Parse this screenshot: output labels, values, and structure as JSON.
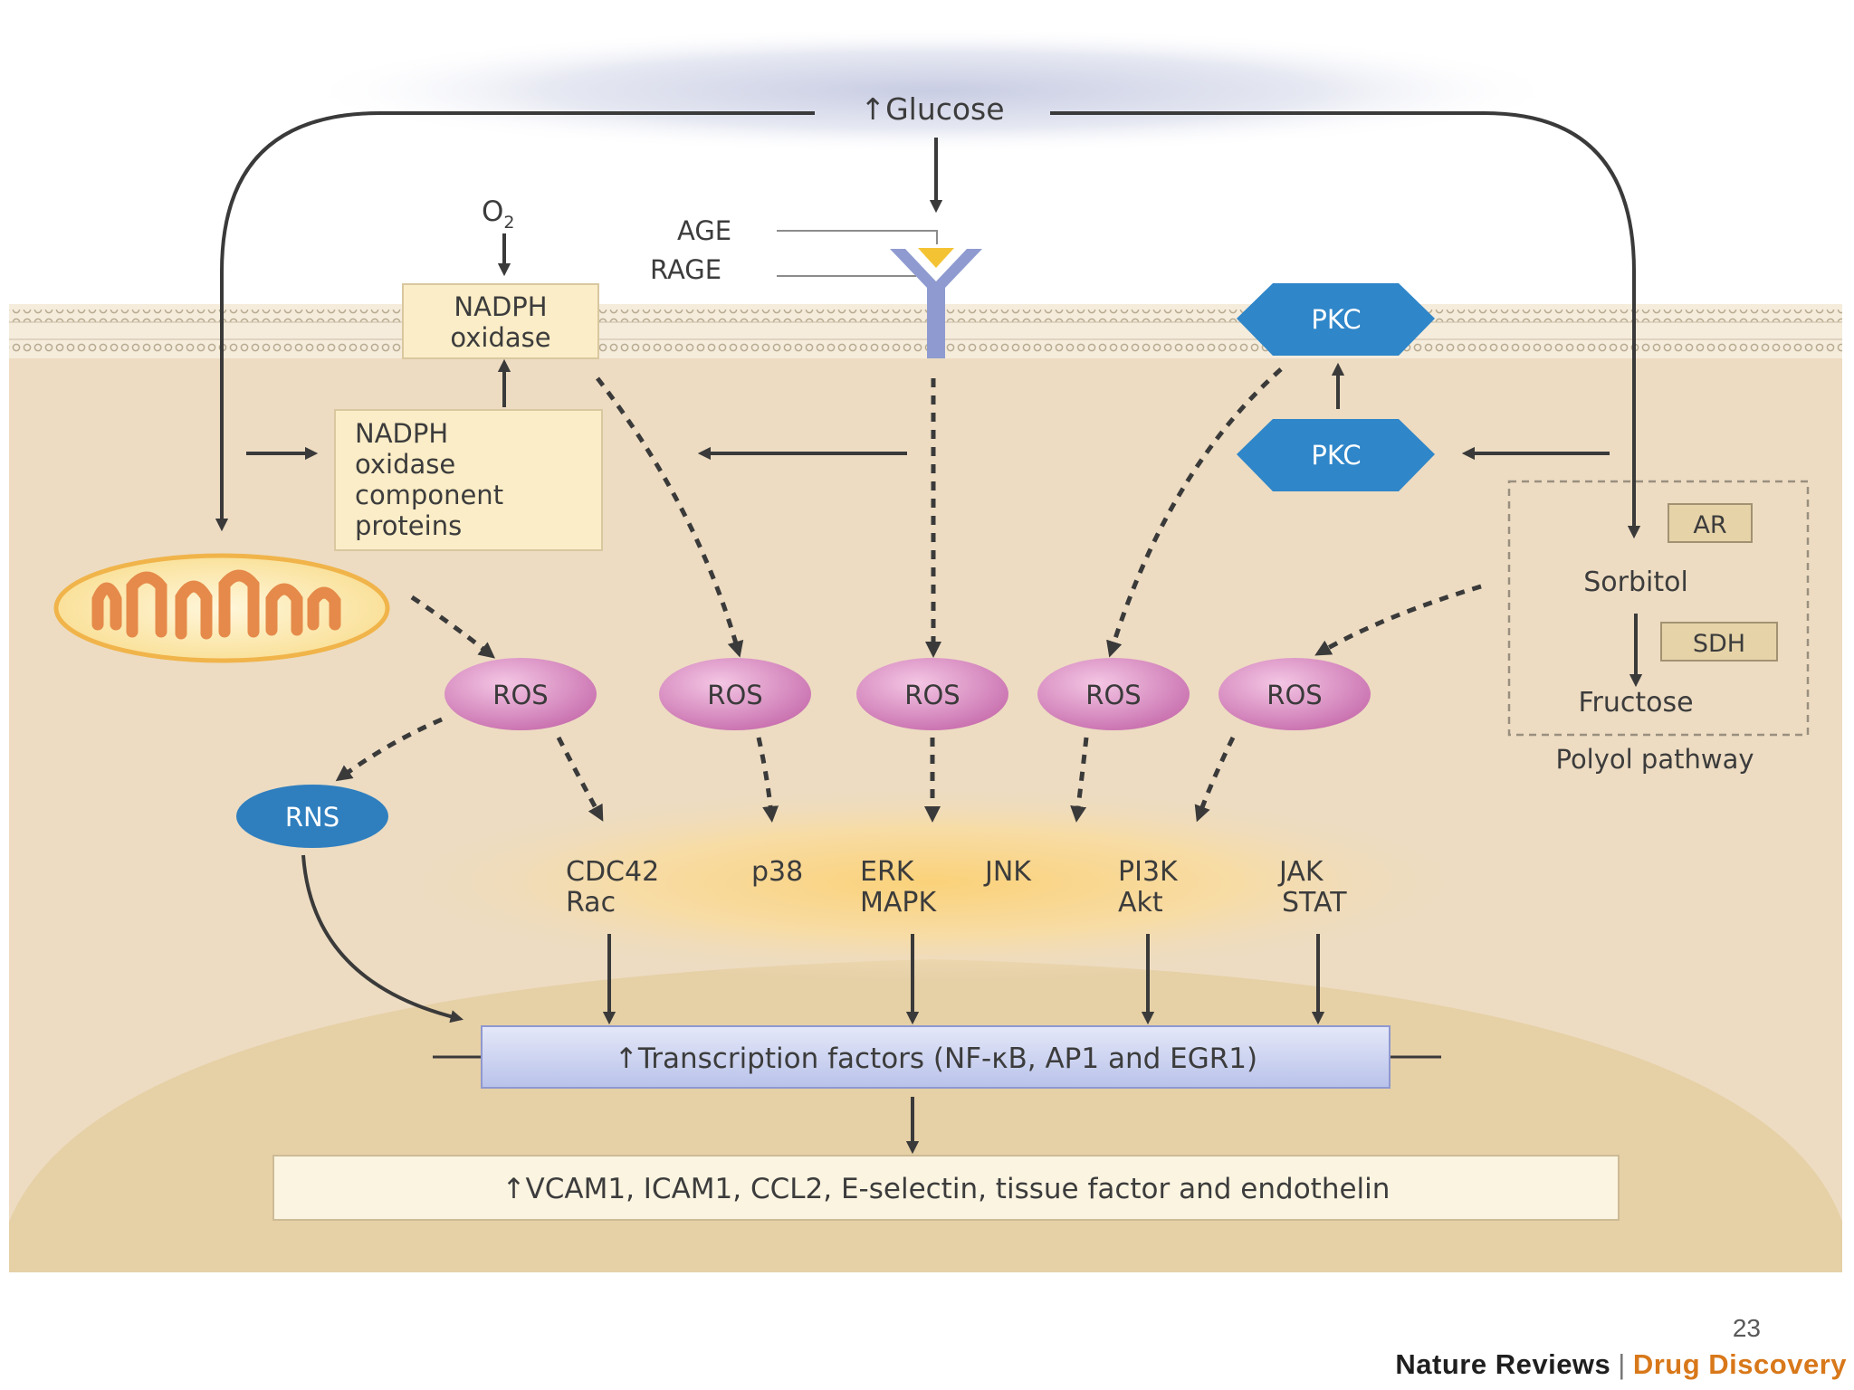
{
  "diagram": {
    "glucose": "↑Glucose",
    "o2": "O",
    "o2_sub": "2",
    "age": "AGE",
    "rage": "RAGE",
    "nadph_oxidase": [
      "NADPH",
      "oxidase"
    ],
    "nadph_components": [
      "NADPH",
      "oxidase",
      "component",
      "proteins"
    ],
    "pkc_top": "PKC",
    "pkc_bottom": "PKC",
    "ar": "AR",
    "sorbitol": "Sorbitol",
    "sdh": "SDH",
    "fructose": "Fructose",
    "polyol_pathway": "Polyol pathway",
    "ros": [
      "ROS",
      "ROS",
      "ROS",
      "ROS",
      "ROS"
    ],
    "rns": "RNS",
    "kinases": {
      "cdc42": "CDC42",
      "rac": "Rac",
      "p38": "p38",
      "erk": "ERK",
      "mapk": "MAPK",
      "jnk": "JNK",
      "pi3k": "PI3K",
      "akt": "Akt",
      "jak": "JAK",
      "stat": "STAT"
    },
    "transcription_factors": "↑Transcription factors (NF-κB, AP1 and EGR1)",
    "outputs": "↑VCAM1, ICAM1, CCL2, E-selectin, tissue factor and endothelin"
  },
  "footer": {
    "slide_number": "23",
    "journal": "Nature Reviews",
    "separator": "|",
    "section": "Drug Discovery"
  },
  "colors": {
    "cytoplasm": "#eddcc2",
    "nucleus": "#e6d0a6",
    "ros": "#d98fc4",
    "pkc": "#2f86c9",
    "rns": "#2f7fbf",
    "transcription_box": "#c7cfee",
    "label_box": "#fbedc7",
    "credit_accent": "#d8781a"
  }
}
